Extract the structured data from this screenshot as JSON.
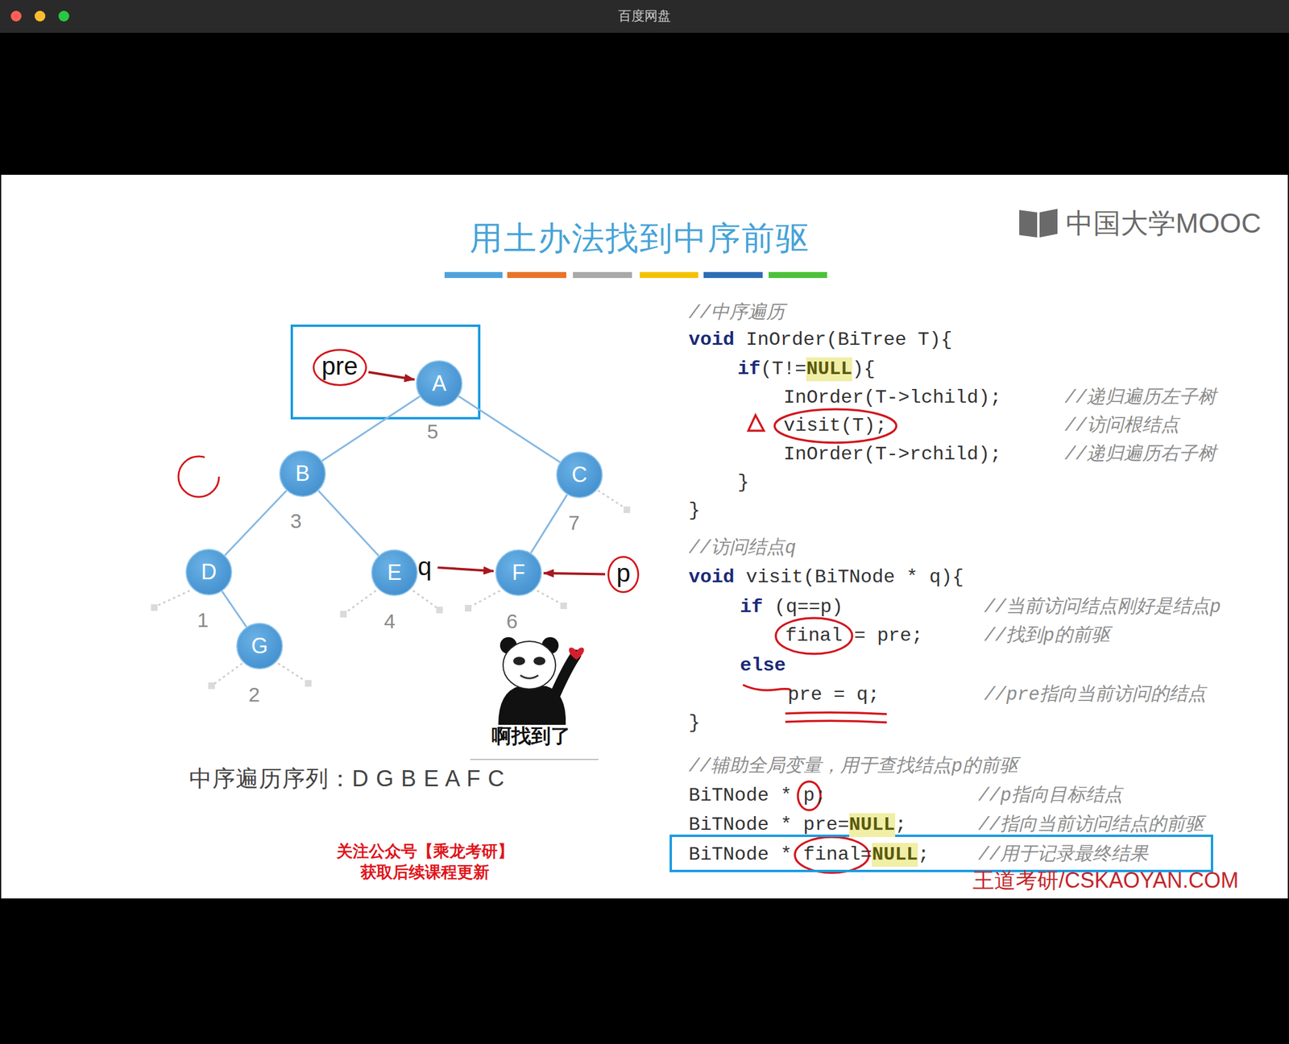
{
  "diagram": {
    "title": "用土办法找到中序前驱",
    "nodes": [
      {
        "text": [
          "pre"
        ]
      },
      {
        "text": [
          "A"
        ]
      },
      {
        "text": [
          "B"
        ]
      },
      {
        "text": [
          "C"
        ]
      },
      {
        "text": [
          "D"
        ]
      },
      {
        "text": [
          "E"
        ]
      },
      {
        "text": [
          "q"
        ]
      },
      {
        "text": [
          "F"
        ]
      },
      {
        "text": [
          "p"
        ]
      },
      {
        "text": [
          "G"
        ]
      }
    ],
    "edges": [
      {
        "from": 0,
        "to": 1,
        "arrow": "to"
      },
      {
        "from": 1,
        "to": 2,
        "arrow": "none"
      },
      {
        "from": 1,
        "to": 3,
        "arrow": "none"
      },
      {
        "from": 2,
        "to": 4,
        "arrow": "none"
      },
      {
        "from": 2,
        "to": 5,
        "arrow": "none"
      },
      {
        "from": 3,
        "to": 7,
        "arrow": "none"
      },
      {
        "from": 4,
        "to": 9,
        "arrow": "none"
      },
      {
        "from": 6,
        "to": 7,
        "arrow": "to"
      },
      {
        "from": 8,
        "to": 7,
        "arrow": "to"
      }
    ],
    "labels": [
      "百度网盘",
      "中国大学MOOC",
      "5",
      "3",
      "7",
      "1",
      "4",
      "6",
      "2",
      "啊找到了",
      "中序遍历序列：D G B E A F C",
      "关注公众号【乘龙考研】",
      "获取后续课程更新",
      "//中序遍历",
      "void",
      "InOrder(BiTree T){",
      "if",
      "(T!=",
      "NULL",
      "){",
      "InOrder(T->lchild);",
      "//递归遍历左子树",
      "visit(T);",
      "//访问根结点",
      "InOrder(T->rchild);",
      "//递归遍历右子树",
      "}",
      "}",
      "//访问结点q",
      "void",
      "visit(BiTNode * q){",
      "if",
      "(q==p)",
      "//当前访问结点刚好是结点p",
      "final = pre;",
      "//找到p的前驱",
      "else",
      "pre = q;",
      "//pre指向当前访问的结点",
      "}",
      "//辅助全局变量，用于查找结点p的前驱",
      "BiTNode * p;",
      "//p指向目标结点",
      "BiTNode * pre=",
      "NULL",
      ";",
      "//指向当前访问结点的前驱",
      "BiTNode * final=",
      "NULL",
      ";",
      "//用于记录最终结果",
      "王道考研/CSKAOYAN.COM"
    ]
  }
}
